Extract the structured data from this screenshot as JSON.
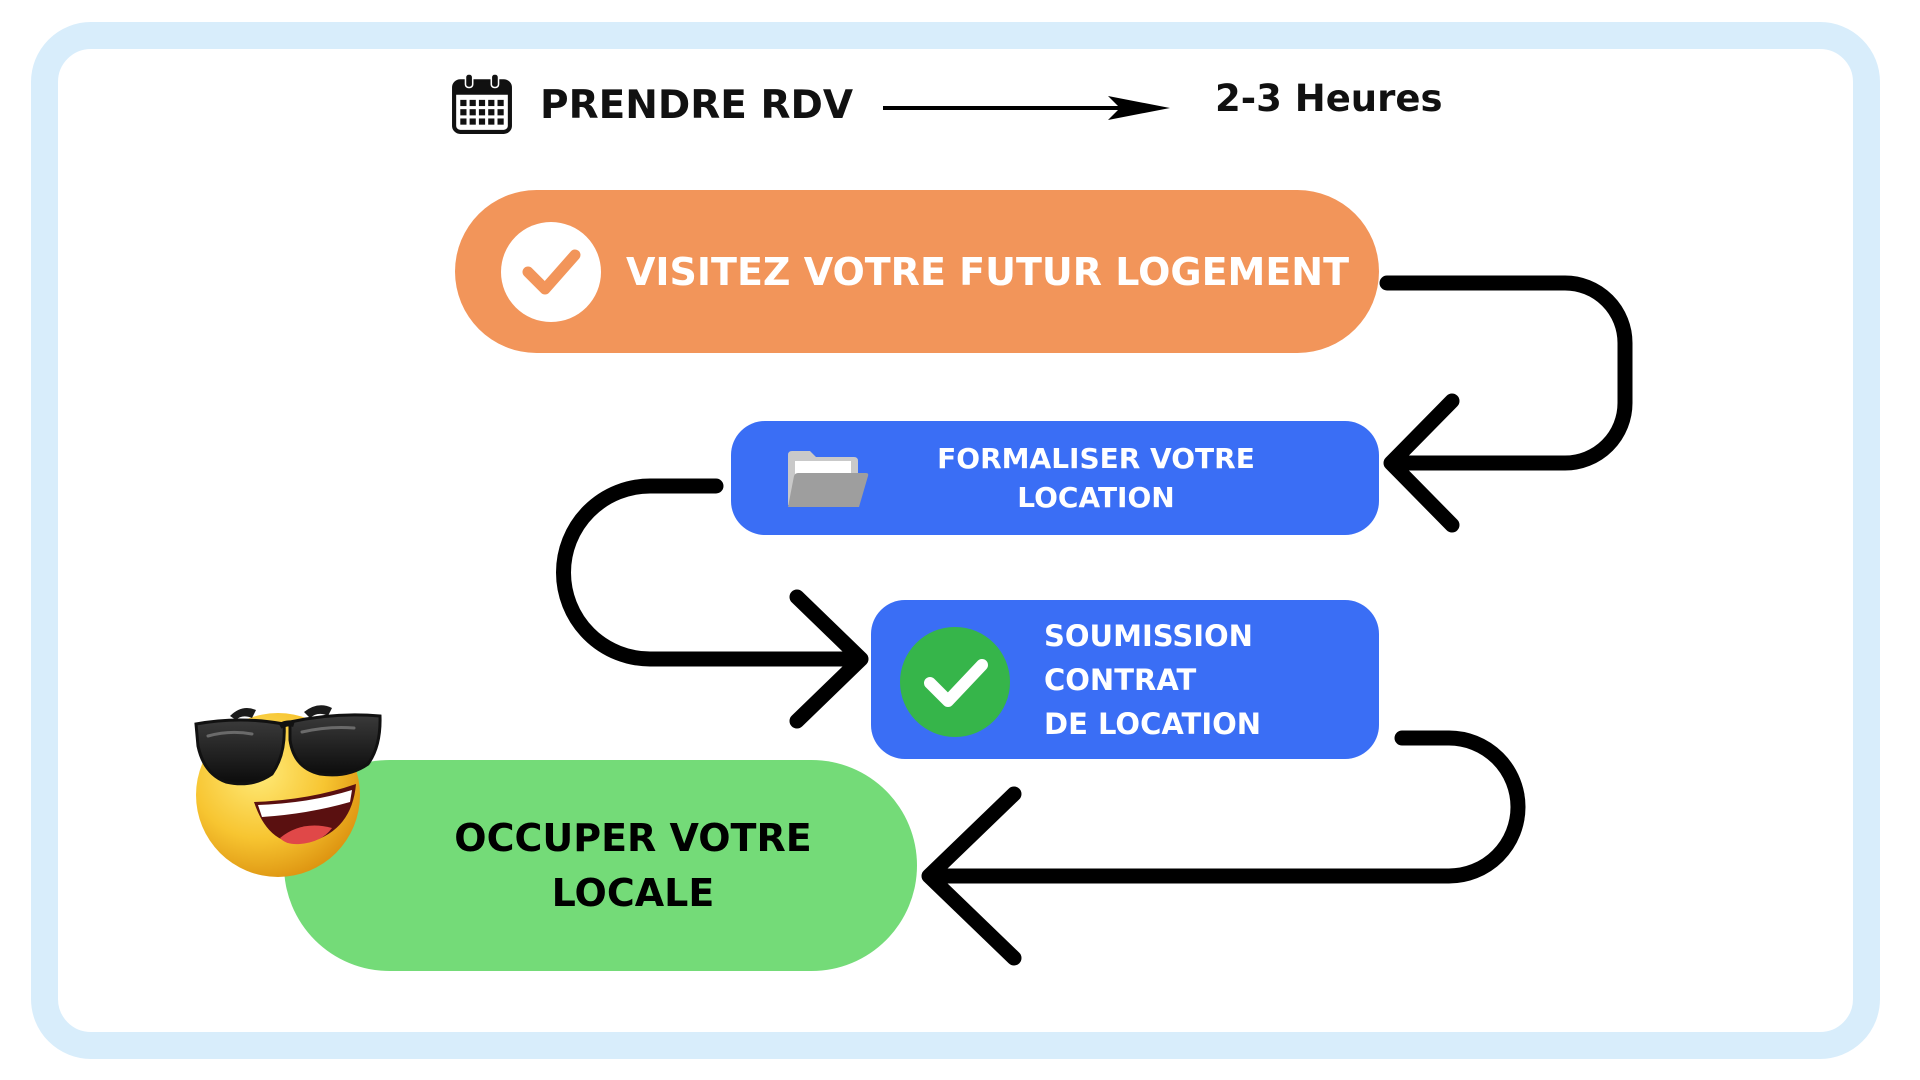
{
  "header": {
    "title": "PRENDRE RDV",
    "duration": "2-3 Heures",
    "icon": "calendar-icon"
  },
  "steps": [
    {
      "lines": [
        "VISITEZ VOTRE FUTUR LOGEMENT"
      ],
      "icon": "check-circle-icon",
      "color": "#F2955A",
      "text_color": "#FFFFFF"
    },
    {
      "lines": [
        "FORMALISER VOTRE",
        "LOCATION"
      ],
      "icon": "folder-icon",
      "color": "#3A6EF5",
      "text_color": "#FFFFFF"
    },
    {
      "lines": [
        "SOUMISSION",
        "CONTRAT",
        "DE LOCATION"
      ],
      "icon": "check-circle-icon",
      "color": "#3A6EF5",
      "text_color": "#FFFFFF"
    },
    {
      "lines": [
        "OCCUPER VOTRE",
        "LOCALE"
      ],
      "icon": "sunglasses-smiley-icon",
      "color": "#74DB78",
      "text_color": "#000000"
    }
  ],
  "colors": {
    "frame": "#D8EDFB",
    "background": "#FFFFFF",
    "arrow": "#000000",
    "check_green": "#36B54A"
  }
}
